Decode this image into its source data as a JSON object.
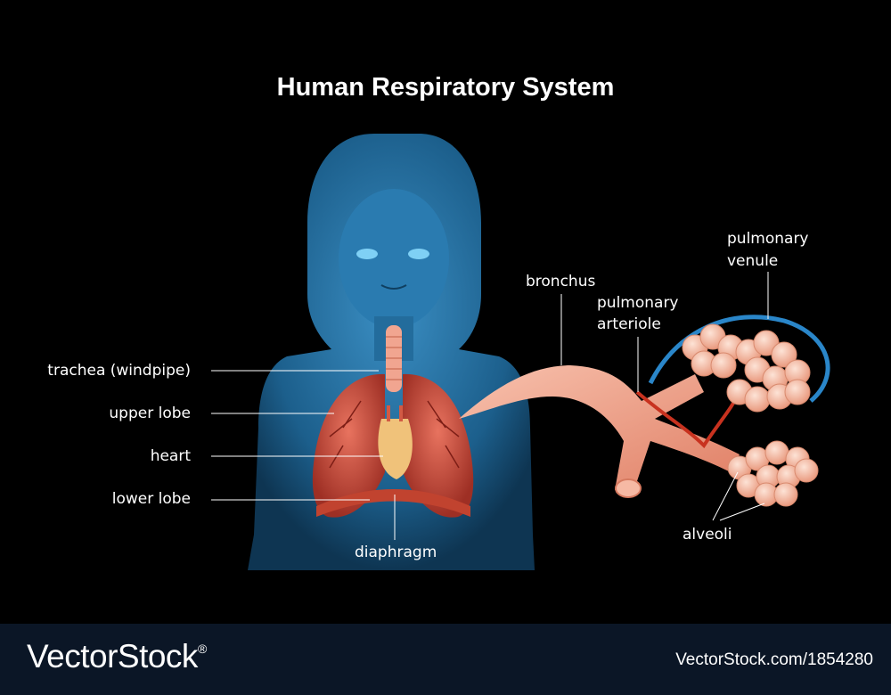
{
  "title": "Human Respiratory System",
  "labels": {
    "trachea": "trachea (windpipe)",
    "upper_lobe": "upper lobe",
    "heart": "heart",
    "lower_lobe": "lower lobe",
    "diaphragm": "diaphragm",
    "bronchus": "bronchus",
    "pulmonary_arteriole_1": "pulmonary",
    "pulmonary_arteriole_2": "arteriole",
    "pulmonary_venule_1": "pulmonary",
    "pulmonary_venule_2": "venule",
    "alveoli": "alveoli"
  },
  "footer": {
    "brand": "VectorStock",
    "reg": "®",
    "url": "VectorStock.com/1854280"
  },
  "colors": {
    "background": "#000000",
    "body": "#1f6f9e",
    "lung": "#c94a3c",
    "bronchus": "#f2a58e",
    "alveoli": "#f3b49c",
    "vein": "#2a86c9",
    "footer": "#0b1626"
  }
}
